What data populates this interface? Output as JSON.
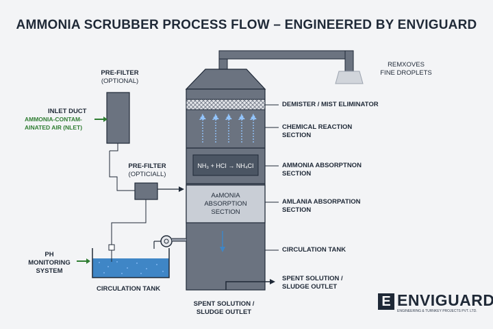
{
  "title": "AMMONIA SCRUBBER PROCESS FLOW – ENGINEERED BY ENVIGUARD",
  "labels": {
    "prefilter_top": "PRE-FILTER",
    "prefilter_top_sub": "(OPTIONAL)",
    "inlet_duct": "INLET DUCT",
    "inlet_air_line1": "AMMONIA-CONTAM-",
    "inlet_air_line2": "AINATED AIR (NLET)",
    "prefilter_mid": "PRE-FILTER",
    "prefilter_mid_sub": "(OPTICIALL)",
    "ph_line1": "PH",
    "ph_line2": "MONITORING",
    "ph_line3": "SYSTEM",
    "circ_tank_left": "CIRCULATION TANK",
    "spent_bottom_line1": "SPENT SOLUTION /",
    "spent_bottom_line2": "SLUDGE OUTLET",
    "equation": "NH₃ + HCI → NH₄CI",
    "absorption_line1": "AᴀMONIA",
    "absorption_line2": "ABSORPTION",
    "absorption_line3": "SECTION",
    "removes_line1": "REMXOVES",
    "removes_line2": "FINE DROPLETS",
    "demister": "DEMISTER / MIST ELIMINATOR",
    "chem_line1": "CHEMICAL REACTION",
    "chem_line2": "SECTION",
    "ammonia_abs_line1": "AMMONIA ABSORPTNON",
    "ammonia_abs_line2": "SECTION",
    "amlania_line1": "AMLANIA ABSORPATION",
    "amlania_line2": "SECTION",
    "circ_tank_right": "CIRCULATION TANK",
    "spent_right_line1": "SPENT SOLUTION /",
    "spent_right_line2": "SLUDGE OUTLET"
  },
  "brand": {
    "initial": "E",
    "name": "ENVIGUARD",
    "tagline": "ENGINEERING & TURNKEY PROJECTS PVT. LTD."
  },
  "colors": {
    "tower": "#6b7380",
    "tower_dark": "#4b5563",
    "tower_light": "#c9ced6",
    "water": "#3f86c6",
    "green_arrow": "#2f7d32",
    "outline": "#1f2937"
  }
}
